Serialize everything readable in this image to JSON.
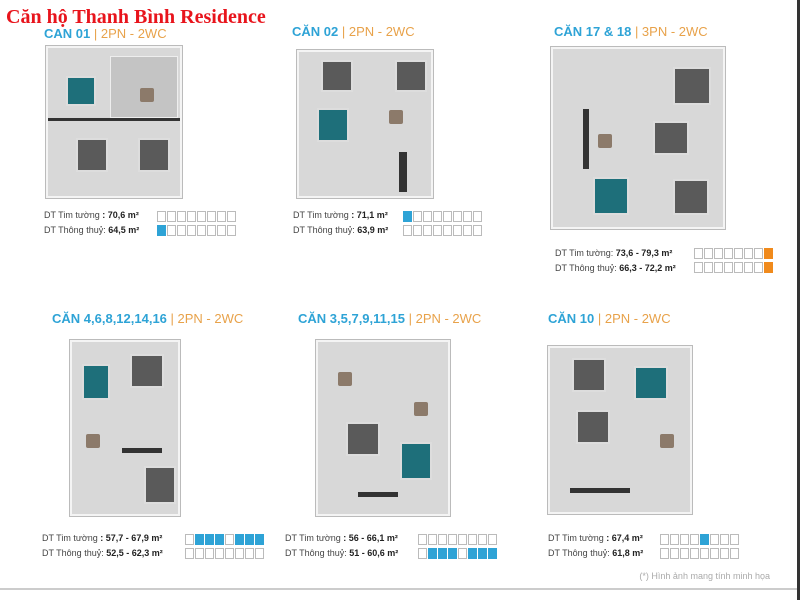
{
  "title": "Căn hộ Thanh Bình Residence",
  "footnote": "(*) Hình ảnh mang tính minh họa",
  "units": [
    {
      "name": "CĂN 01",
      "type": "| 2PN - 2WC",
      "wall_label": "DT Tim tường",
      "wall_value": ": 70,6 m²",
      "clear_label": "DT Thông thuỷ:",
      "clear_value": "64,5 m²",
      "mini_top": [],
      "mini_bottom": [
        0
      ],
      "accent": "#2ea3d6"
    },
    {
      "name": "CĂN 02",
      "type": "| 2PN - 2WC",
      "wall_label": "DT Tim tường",
      "wall_value": ": 71,1 m²",
      "clear_label": "DT Thông thuỷ:",
      "clear_value": "63,9 m²",
      "mini_top": [
        0
      ],
      "mini_bottom": [],
      "accent": "#2ea3d6"
    },
    {
      "name": "CĂN 17 & 18",
      "type": "| 3PN - 2WC",
      "wall_label": "DT Tim tường:",
      "wall_value": "73,6 - 79,3 m²",
      "clear_label": "DT Thông thuỷ:",
      "clear_value": "66,3 - 72,2 m²",
      "mini_top": [
        7
      ],
      "mini_bottom": [
        7
      ],
      "accent": "#f08a1c"
    },
    {
      "name": "CĂN 4,6,8,12,14,16",
      "type": "| 2PN - 2WC",
      "wall_label": "DT Tim tường",
      "wall_value": ": 57,7 - 67,9 m²",
      "clear_label": "DT Thông thuỷ:",
      "clear_value": "52,5 - 62,3 m²",
      "mini_top": [
        1,
        2,
        3,
        5,
        6,
        7
      ],
      "mini_bottom": [],
      "accent": "#2ea3d6"
    },
    {
      "name": "CĂN 3,5,7,9,11,15",
      "type": "| 2PN - 2WC",
      "wall_label": "DT Tim tường",
      "wall_value": ": 56 - 66,1 m²",
      "clear_label": "DT Thông thuỷ:",
      "clear_value": "51 - 60,6 m²",
      "mini_top": [],
      "mini_bottom": [
        1,
        2,
        3,
        5,
        6,
        7
      ],
      "accent": "#2ea3d6"
    },
    {
      "name": "CĂN 10",
      "type": "| 2PN - 2WC",
      "wall_label": "DT Tim tường",
      "wall_value": ": 67,4 m²",
      "clear_label": "DT Thông thuỷ:",
      "clear_value": "61,8 m²",
      "mini_top": [
        4
      ],
      "mini_bottom": [],
      "accent": "#2ea3d6"
    }
  ]
}
